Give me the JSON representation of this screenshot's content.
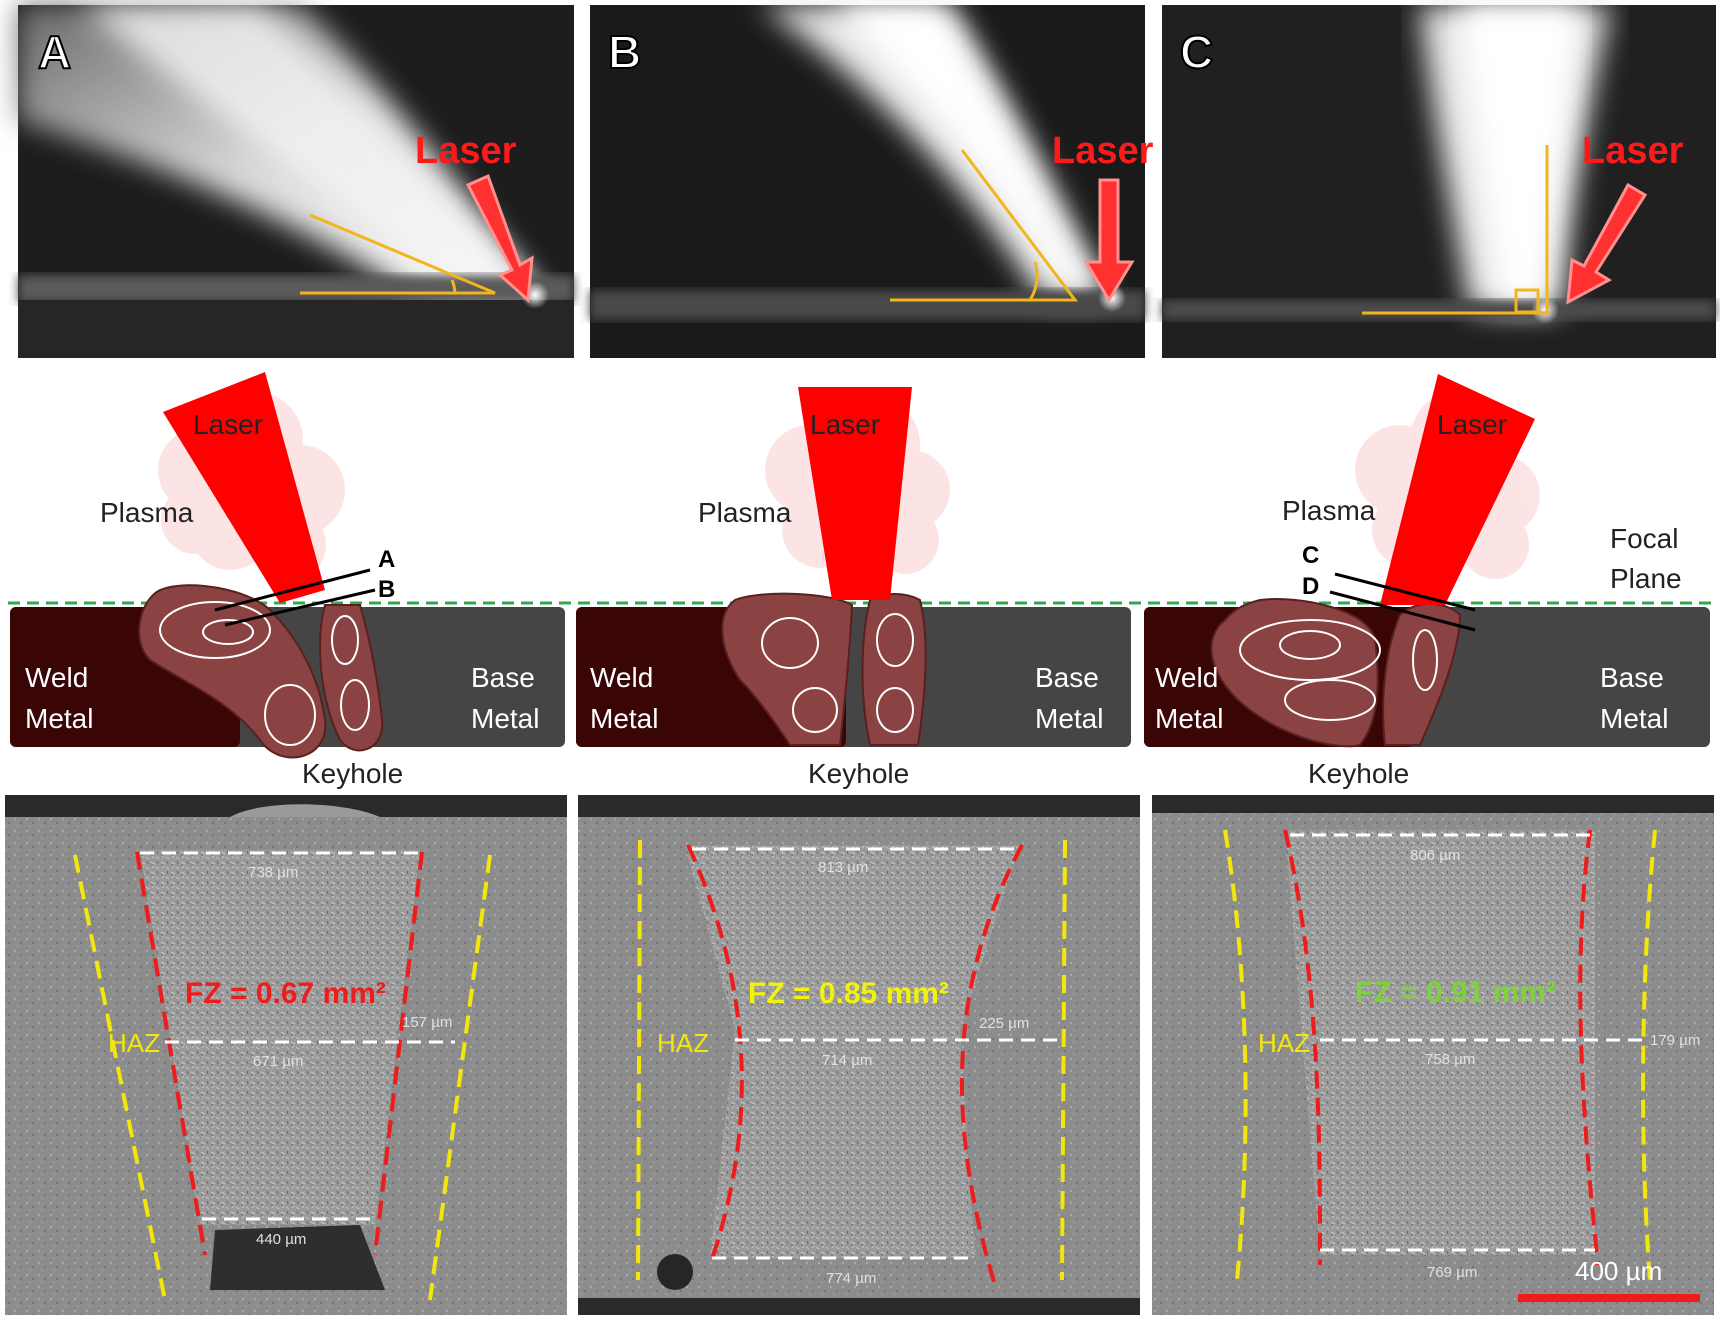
{
  "top_panels": [
    {
      "letter": "A",
      "laser": "Laser"
    },
    {
      "letter": "B",
      "laser": "Laser"
    },
    {
      "letter": "C",
      "laser": "Laser"
    }
  ],
  "schematics": [
    {
      "laser": "Laser",
      "plasma": "Plasma",
      "weld": [
        "Weld",
        "Metal"
      ],
      "base": [
        "Base",
        "Metal"
      ],
      "keyhole": "Keyhole",
      "line_labels": [
        "A",
        "B"
      ]
    },
    {
      "laser": "Laser",
      "plasma": "Plasma",
      "weld": [
        "Weld",
        "Metal"
      ],
      "base": [
        "Base",
        "Metal"
      ],
      "keyhole": "Keyhole"
    },
    {
      "laser": "Laser",
      "plasma": "Plasma",
      "weld": [
        "Weld",
        "Metal"
      ],
      "base": [
        "Base",
        "Metal"
      ],
      "keyhole": "Keyhole",
      "line_labels": [
        "C",
        "D"
      ],
      "focal": [
        "Focal",
        "Plane"
      ]
    }
  ],
  "cross_sections": [
    {
      "fz": "FZ = 0.67 mm²",
      "fz_color": "#ee1c1c",
      "haz": "HAZ",
      "top_width": "738 µm",
      "mid_width": "671 µm",
      "bottom_width": "440 µm",
      "haz_width": "157 µm"
    },
    {
      "fz": "FZ = 0.85 mm²",
      "fz_color": "#f2f20a",
      "haz": "HAZ",
      "top_width": "813 µm",
      "mid_width": "714 µm",
      "bottom_width": "774 µm",
      "haz_width": "225 µm"
    },
    {
      "fz": "FZ = 0.91 mm²",
      "fz_color": "#7ed23c",
      "haz": "HAZ",
      "top_width": "806 µm",
      "mid_width": "758 µm",
      "bottom_width": "769 µm",
      "haz_width": "179 µm"
    }
  ],
  "scale_bar": "400 µm",
  "colors": {
    "laser": "#ff0000",
    "weld_metal": "#3a0505",
    "base_metal": "#454545",
    "melt_pool": "#8a4242",
    "focal_line": "#2fa84f",
    "guide_line": "#f2b51c"
  }
}
